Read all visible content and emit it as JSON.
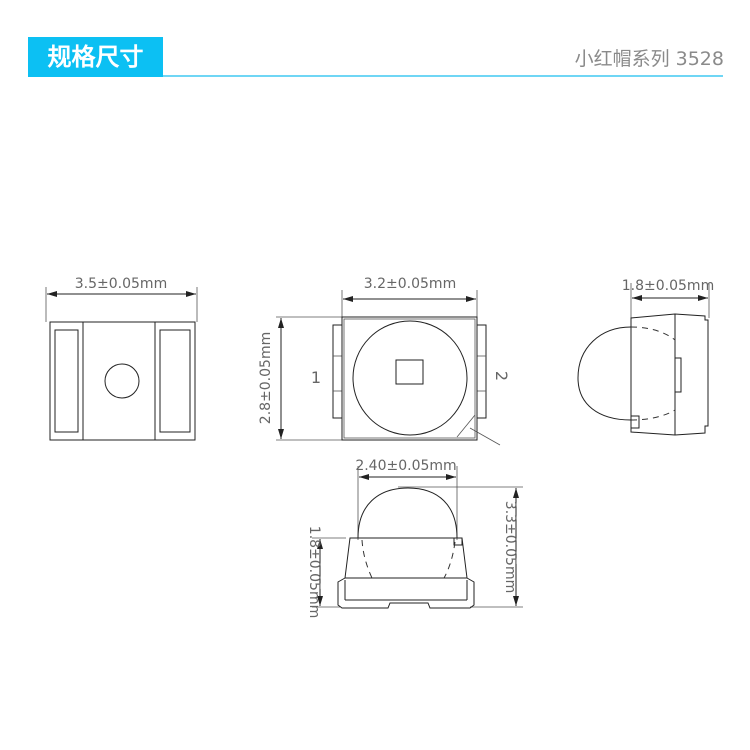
{
  "header": {
    "title": "规格尺寸",
    "series": "小红帽系列 3528",
    "accent_color": "#0cc0f3"
  },
  "drawing": {
    "top_view_width": "3.5±0.05mm",
    "front_view_width": "3.2±0.05mm",
    "front_view_height": "2.8±0.05mm",
    "pin_1": "1",
    "pin_2": "2",
    "side_view_depth": "1.8±0.05mm",
    "lens_diameter": "2.40±0.05mm",
    "body_height": "1.8±0.05mm",
    "total_height": "3.3±0.05mm"
  }
}
